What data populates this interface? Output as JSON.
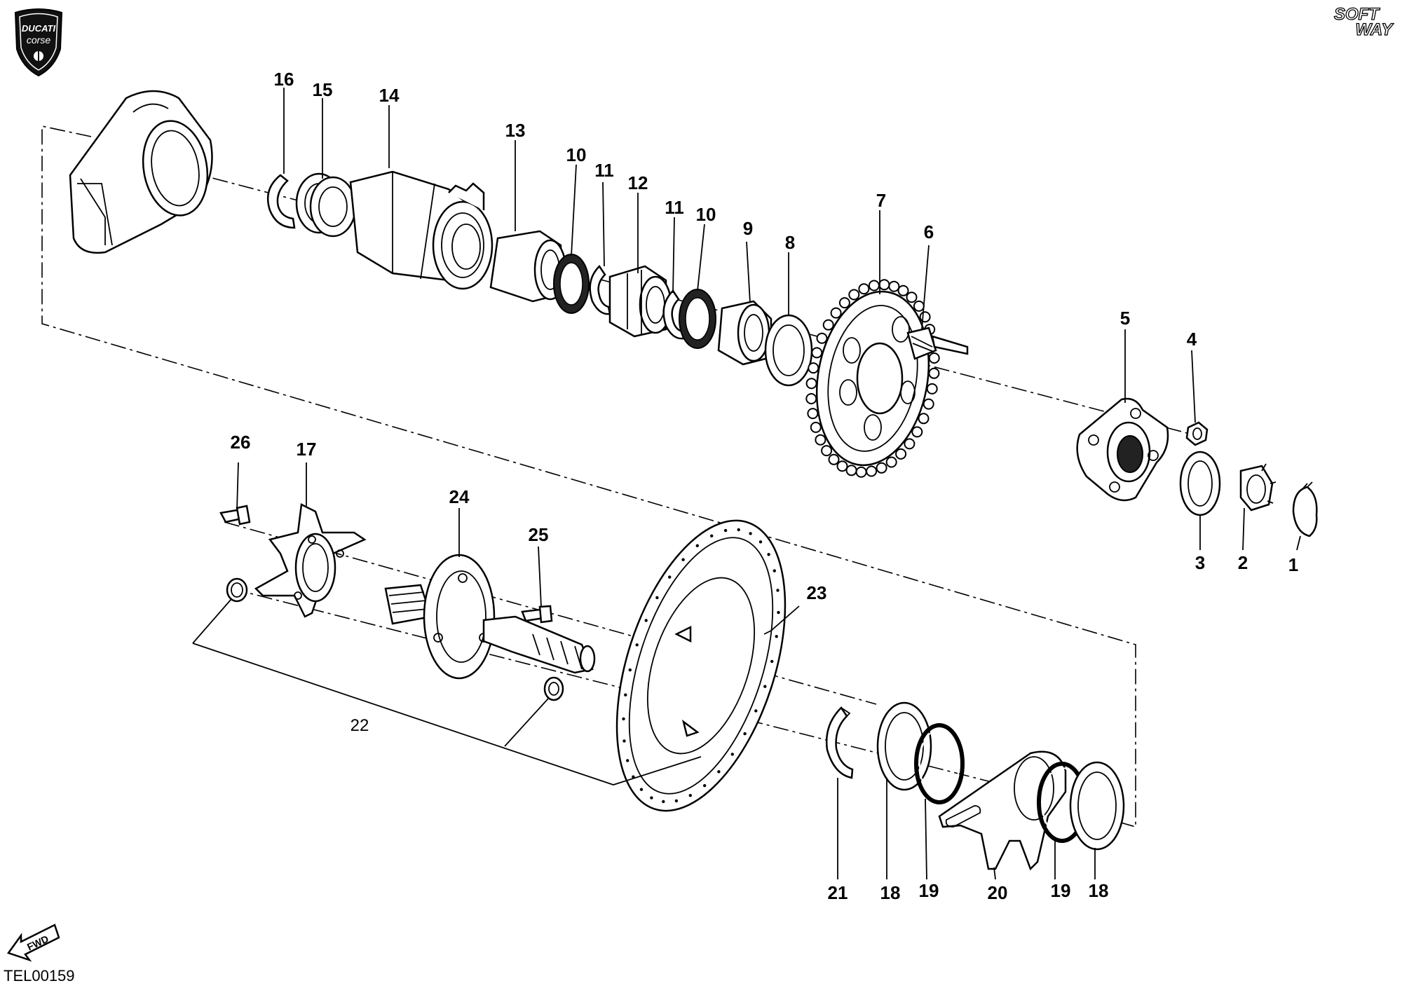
{
  "brand": {
    "logo_text_line1": "DUCATI",
    "logo_text_line2": "corse",
    "software_line1": "SOFT",
    "software_line2": "WAY"
  },
  "drawing_code": "TEL00159",
  "fwd_label": "FWD",
  "callouts": {
    "c1": "1",
    "c2": "2",
    "c3": "3",
    "c4": "4",
    "c5": "5",
    "c6": "6",
    "c7": "7",
    "c8": "8",
    "c9": "9",
    "c10a": "10",
    "c10b": "10",
    "c11a": "11",
    "c11b": "11",
    "c12": "12",
    "c13": "13",
    "c14": "14",
    "c15": "15",
    "c16": "16",
    "c17": "17",
    "c18a": "18",
    "c18b": "18",
    "c19a": "19",
    "c19b": "19",
    "c20": "20",
    "c21": "21",
    "c22": "22",
    "c23": "23",
    "c24": "24",
    "c25": "25",
    "c26": "26"
  }
}
